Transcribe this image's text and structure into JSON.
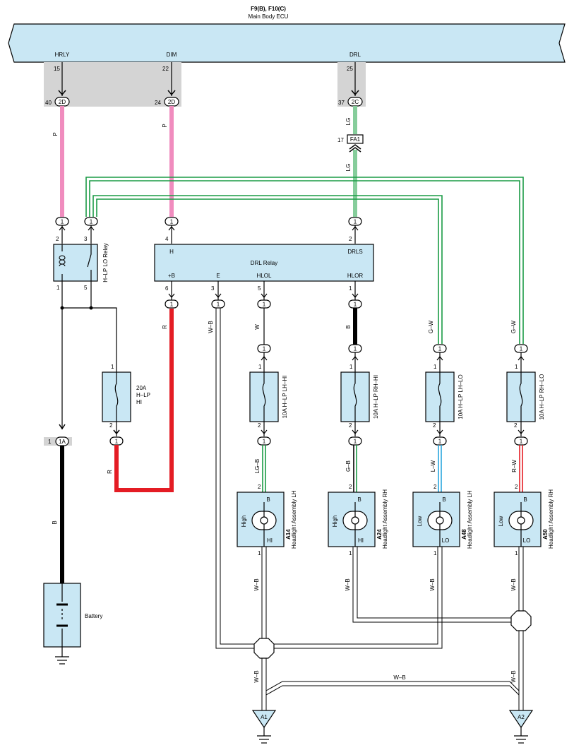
{
  "ecu": {
    "title": "F9(B), F10(C)",
    "subtitle": "Main Body ECU",
    "pin_labels": {
      "hrly": "HRLY",
      "dim": "DIM",
      "drl": "DRL"
    },
    "pin_nums": {
      "hrly": "15",
      "dim": "22",
      "drl": "25"
    }
  },
  "junctions": {
    "j1": {
      "pin": "40",
      "id": "2D"
    },
    "j2": {
      "pin": "24",
      "id": "2D"
    },
    "j3": {
      "pin": "37",
      "id": "2C"
    },
    "j4": {
      "pin": "1",
      "id": "1A"
    }
  },
  "fa1": {
    "pin": "17",
    "id": "FA1"
  },
  "wires": {
    "p1": "P",
    "p2": "P",
    "lg1": "LG",
    "lg2": "LG",
    "r1": "R",
    "r2": "R",
    "wb_e": "W–B",
    "w_hlol": "W",
    "b_hlor": "B",
    "gw1": "G–W",
    "gw2": "G–W",
    "lgb": "LG–B",
    "gb": "G–B",
    "lw": "L–W",
    "rw": "R–W",
    "b_batt": "B",
    "wb1": "W–B",
    "wb2": "W–B",
    "wb3": "W–B",
    "wb4": "W–B",
    "wb_g1": "W–B",
    "wb_g2": "W–B",
    "wb_h": "W–B"
  },
  "connector_one": "1",
  "pins": {
    "hrly_in": "2",
    "hrly_sw": "3",
    "hrly_a": "1",
    "hrly_b": "5",
    "drl_h": "4",
    "drl_drls": "2",
    "drl_b": "6",
    "drl_e": "3",
    "drl_hlol": "5",
    "drl_hlor": "1",
    "fuse_top": "1",
    "fuse_bot": "2",
    "lamp_top": "2",
    "lamp_bot": "1"
  },
  "hlo_relay": {
    "label": "H–LP LO Relay"
  },
  "drl_relay": {
    "title": "DRL Relay",
    "h": "H",
    "drls": "DRLS",
    "b": "+B",
    "e": "E",
    "hlol": "HLOL",
    "hlor": "HLOR"
  },
  "fuses": {
    "hi": {
      "amp": "20A",
      "line2": "H–LP",
      "line3": "HI"
    },
    "lh_hi": "10A H–LP LH–HI",
    "rh_hi": "10A H–LP RH–HI",
    "lh_lo": "10A H–LP LH–LO",
    "rh_lo": "10A H–LP RH–LO"
  },
  "lamps": [
    {
      "code": "A14",
      "name": "Headlight Assembly LH",
      "mode": "High",
      "b": "B",
      "term": "HI"
    },
    {
      "code": "A24",
      "name": "Headlight Assembly RH",
      "mode": "High",
      "b": "B",
      "term": "HI"
    },
    {
      "code": "A48",
      "name": "Headlight Assembly LH",
      "mode": "Low",
      "b": "B",
      "term": "LO"
    },
    {
      "code": "A50",
      "name": "Headlight Assembly RH",
      "mode": "Low",
      "b": "B",
      "term": "LO"
    }
  ],
  "battery": {
    "label": "Battery"
  },
  "grounds": {
    "a1": "A1",
    "a2": "A2"
  },
  "colors": {
    "ecu": "#c9e7f4",
    "pink": "#f08cbe",
    "green": "#1a9b45",
    "light_green": "#86cd9b",
    "red": "#e41c24",
    "black": "#000000",
    "blue": "#2aa6de",
    "gray": "#d4d4d4"
  }
}
